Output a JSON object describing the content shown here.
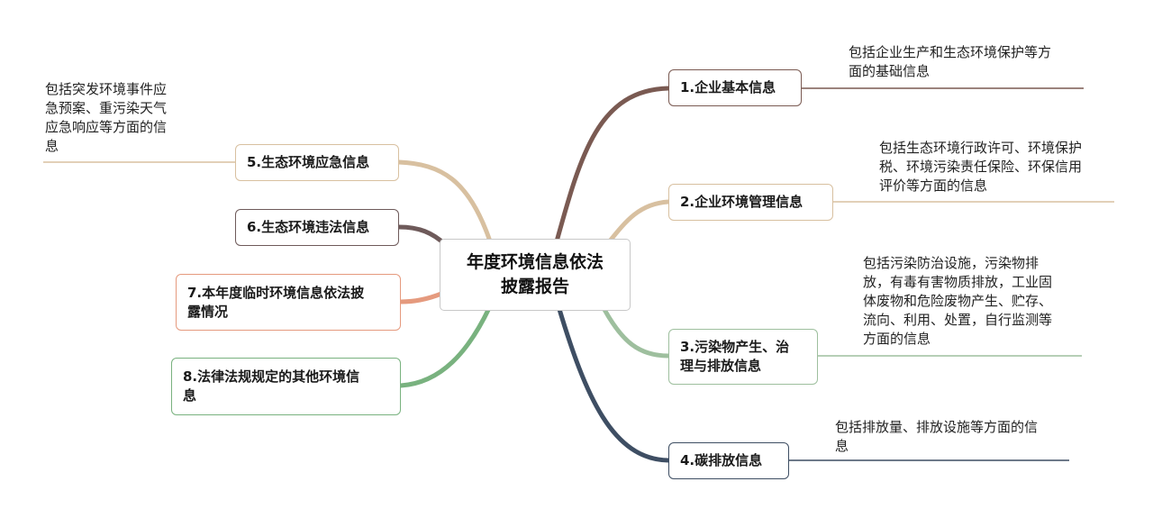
{
  "center_title": "年度环境信息依法\n披露报告",
  "branches": [
    {
      "id": "b1",
      "label": "1.企业基本信息",
      "note": "包括企业生产和生态环境保护等方\n面的基础信息",
      "color": "#7a5a52"
    },
    {
      "id": "b2",
      "label": "2.企业环境管理信息",
      "note": "包括生态环境行政许可、环境保护\n税、环境污染责任保险、环保信用\n评价等方面的信息",
      "color": "#d8c0a0"
    },
    {
      "id": "b3",
      "label": "3.污染物产生、治\n理与排放信息",
      "note": "包括污染防治设施，污染物排\n放，有毒有害物质排放，工业固\n体废物和危险废物产生、贮存、\n流向、利用、处置，自行监测等\n方面的信息",
      "color": "#9ebf9e"
    },
    {
      "id": "b4",
      "label": "4.碳排放信息",
      "note": "包括排放量、排放设施等方面的信\n息",
      "color": "#3e4e63"
    },
    {
      "id": "b5",
      "label": "5.生态环境应急信息",
      "note": "包括突发环境事件应\n急预案、重污染天气\n应急响应等方面的信\n息",
      "color": "#d8c0a0"
    },
    {
      "id": "b6",
      "label": "6.生态环境违法信息",
      "note": "",
      "color": "#6e5a5a"
    },
    {
      "id": "b7",
      "label": "7.本年度临时环境信息依法披\n露情况",
      "note": "",
      "color": "#e59a7e"
    },
    {
      "id": "b8",
      "label": "8.法律法规规定的其他环境信\n息",
      "note": "",
      "color": "#79b27f"
    }
  ]
}
